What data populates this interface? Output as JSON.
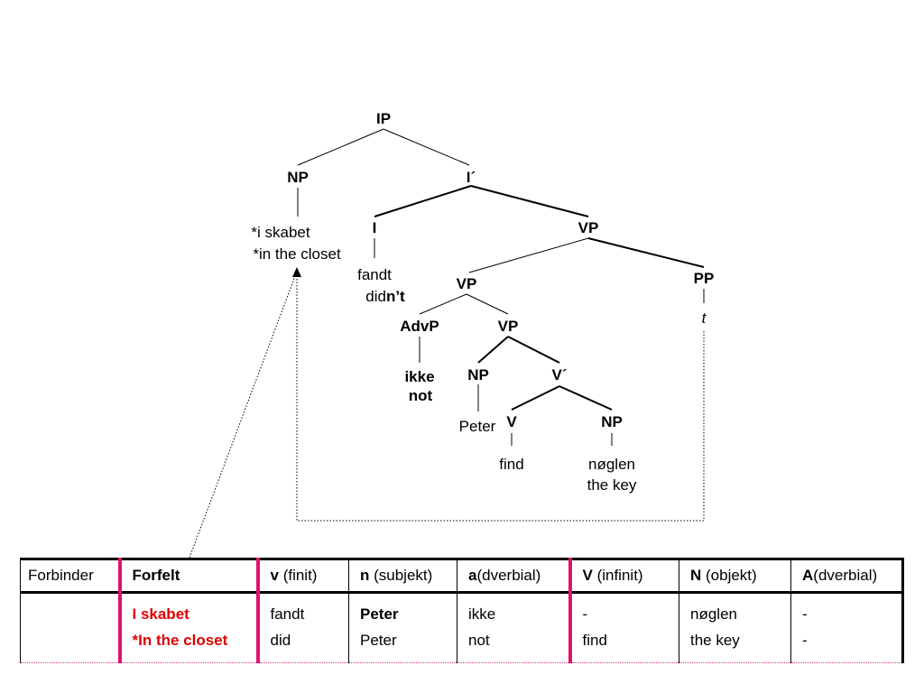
{
  "tree": {
    "IP": "IP",
    "NP_top": "NP",
    "Ibar": "I´",
    "np_line1": "*i skabet",
    "np_line2": "*in the closet",
    "I": "I",
    "VP_top": "VP",
    "i_line1": "fandt",
    "i_line2a": "did",
    "i_line2b": "n’t",
    "VP_mid": "VP",
    "PP": "PP",
    "trace": "t",
    "AdvP": "AdvP",
    "VP_low": "VP",
    "adv_line1": "ikke",
    "adv_line2": "not",
    "NP_subj": "NP",
    "Vbar": "V´",
    "subj": "Peter",
    "V": "V",
    "NP_obj": "NP",
    "verb": "find",
    "obj_line1": "nøglen",
    "obj_line2": "the key"
  },
  "table": {
    "headers": [
      {
        "bold": "",
        "rest": "Forbinder"
      },
      {
        "bold": "Forfelt",
        "rest": ""
      },
      {
        "bold": "v",
        "rest": " (finit)"
      },
      {
        "bold": "n",
        "rest": " (subjekt)"
      },
      {
        "bold": "a",
        "rest": "(dverbial)"
      },
      {
        "bold": "V",
        "rest": " (infinit)"
      },
      {
        "bold": "N",
        "rest": " (objekt)"
      },
      {
        "bold": "A",
        "rest": "(dverbial)"
      }
    ],
    "row": [
      [
        "",
        ""
      ],
      [
        "I skabet",
        "*In the closet"
      ],
      [
        "fandt",
        "did"
      ],
      [
        "Peter",
        "Peter"
      ],
      [
        "ikke",
        "not"
      ],
      [
        "-",
        "find"
      ],
      [
        "nøglen",
        "the key"
      ],
      [
        "-",
        "-"
      ]
    ]
  }
}
